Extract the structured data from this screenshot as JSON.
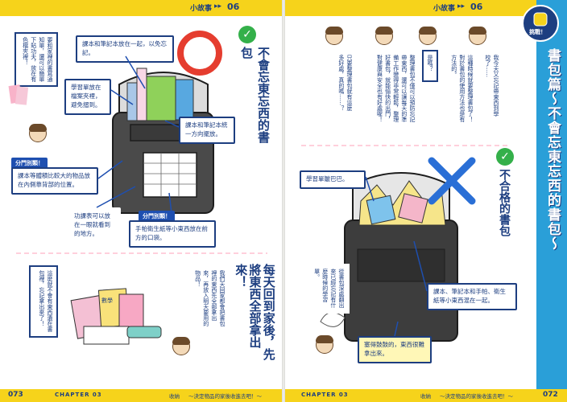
{
  "left": {
    "header": {
      "label": "小故事",
      "arrows": "▸▸",
      "number": "06"
    },
    "footer": {
      "page": "073",
      "chapter": "CHAPTER 03",
      "section": "收納",
      "subtitle": "～決定物品的家後收進去吧！～"
    },
    "good_title": "不會忘東忘西的書包",
    "intro": "要和家裡的書寫通知單，還可以簡單下貼功夫，放在有色檔夾裡！",
    "callouts": {
      "c1": "課本和筆記本放在一起，以免忘記。",
      "c2": "學習單放在檔案夾裡，避免摺到。",
      "c3": "課本和筆記本統一方向擺放。",
      "c4": "課本等體積比較大的物品放在內側靠背部的位置。",
      "c5": "功課表可以放在一眼就看到的地方。",
      "c6": "手帕衛生紙等小東西放在前方的口袋。"
    },
    "tags": {
      "t1": "分門別類！",
      "t2": "分門別類！"
    },
    "bottom_title": "每天回到家後，先將東西全部拿出來！",
    "bottom_text": "我們天回家都會把書包裡的東西先全部拿出來，再放入明天要用的物品！",
    "bottom_side": "這麼就不會有東西遺在書包裡，忘記拿出來了！",
    "pencil_label": "數學"
  },
  "right": {
    "header": {
      "label": "小故事",
      "arrows": "▸▸",
      "number": "06"
    },
    "footer": {
      "page": "072",
      "chapter": "CHAPTER 03",
      "section": "收納",
      "subtitle": "～決定物品的家後收進去吧！～"
    },
    "badge": "挑戰！",
    "side_title": "書包篇～不會忘東忘西的書包～",
    "bad_title": "不合格的書包",
    "dialogue": {
      "d1": "我今天又忘記帶東西到學校了……",
      "d2": "這種時候就要整理書包了！對於書包的使用方法也是有方法的。",
      "d3": "是嗎？",
      "d4": "整理書包不僅可以預防忘記帶東西，還可以讓每天的準備工作變得非常輕鬆，整理好書包，就能愉快的出門，對健康與安全也有好處喔！",
      "d5": "只要整理書包就有這麼多好處，真的嗎……？"
    },
    "callouts": {
      "c1": "學習單皺巴巴。",
      "c2": "課本、筆記本和手帕、衛生紙等小東西混在一起。",
      "c3": "塞得鼓鼓的，東西很難拿出來。",
      "c4": "從書包深處翻出來已經忘記有什麼時候的學習單。"
    }
  },
  "colors": {
    "navy": "#1d3e80",
    "yellow": "#f6d31b",
    "red": "#e53d2f",
    "blue": "#2a9fd8",
    "green": "#34b04a"
  },
  "icons": [
    "check-icon",
    "circle-ok-mark",
    "cross-ng-mark",
    "fist-badge-icon"
  ]
}
